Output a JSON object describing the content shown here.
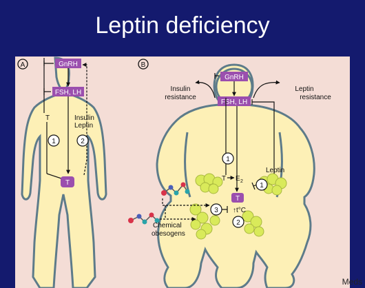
{
  "title": "Leptin deficiency",
  "panel_a": {
    "letter": "A",
    "gnrh": "GnRH",
    "fsh_lh": "FSH, LH",
    "t_label": "T",
    "insulin": "Insulin",
    "leptin": "Leptin",
    "step1": "1",
    "step2": "2",
    "testis": "T"
  },
  "panel_b": {
    "letter": "B",
    "gnrh": "GnRH",
    "fsh_lh": "FSH, LH",
    "insulin_resistance_1": "Insulin",
    "insulin_resistance_2": "resistance",
    "leptin_resistance_1": "Leptin",
    "leptin_resistance_2": "resistance",
    "t_e2_t": "T",
    "t_e2_e": "E",
    "t_e2_sub": "2",
    "leptin": "Leptin",
    "step1": "1",
    "step1b": "1",
    "step2": "2",
    "step3": "3",
    "testis": "T",
    "temp": "↑t°C",
    "chemical_1": "Chemical",
    "chemical_2": "obesogens"
  },
  "watermark": "Meds",
  "colors": {
    "background": "#141a6e",
    "panel": "#f4ddd6",
    "body_fill": "#fdf0b6",
    "body_outline": "#5d7b8a",
    "hormone_box": "#9b4fae",
    "fat": "#d9ea5a",
    "molecule_red": "#d8334a",
    "molecule_teal": "#2aa3a9",
    "molecule_blue": "#4a5fb8"
  }
}
